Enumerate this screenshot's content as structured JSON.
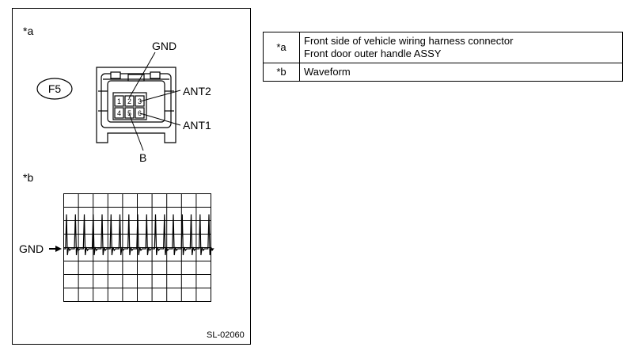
{
  "figure": {
    "label_a": "*a",
    "label_b": "*b",
    "figure_code": "SL-02060"
  },
  "connector": {
    "id": "F5",
    "pin_numbers": [
      "1",
      "2",
      "3",
      "4",
      "5",
      "6"
    ],
    "callouts": {
      "gnd": "GND",
      "ant2": "ANT2",
      "ant1": "ANT1",
      "b": "B"
    }
  },
  "waveform": {
    "ground_label": "GND",
    "grid_columns": 10,
    "grid_rows": 8,
    "pulse_count": 17
  },
  "legend": {
    "rows": [
      {
        "key": "*a",
        "lines": [
          "Front side of vehicle wiring harness connector",
          "Front door outer handle ASSY"
        ]
      },
      {
        "key": "*b",
        "lines": [
          "Waveform"
        ]
      }
    ]
  }
}
